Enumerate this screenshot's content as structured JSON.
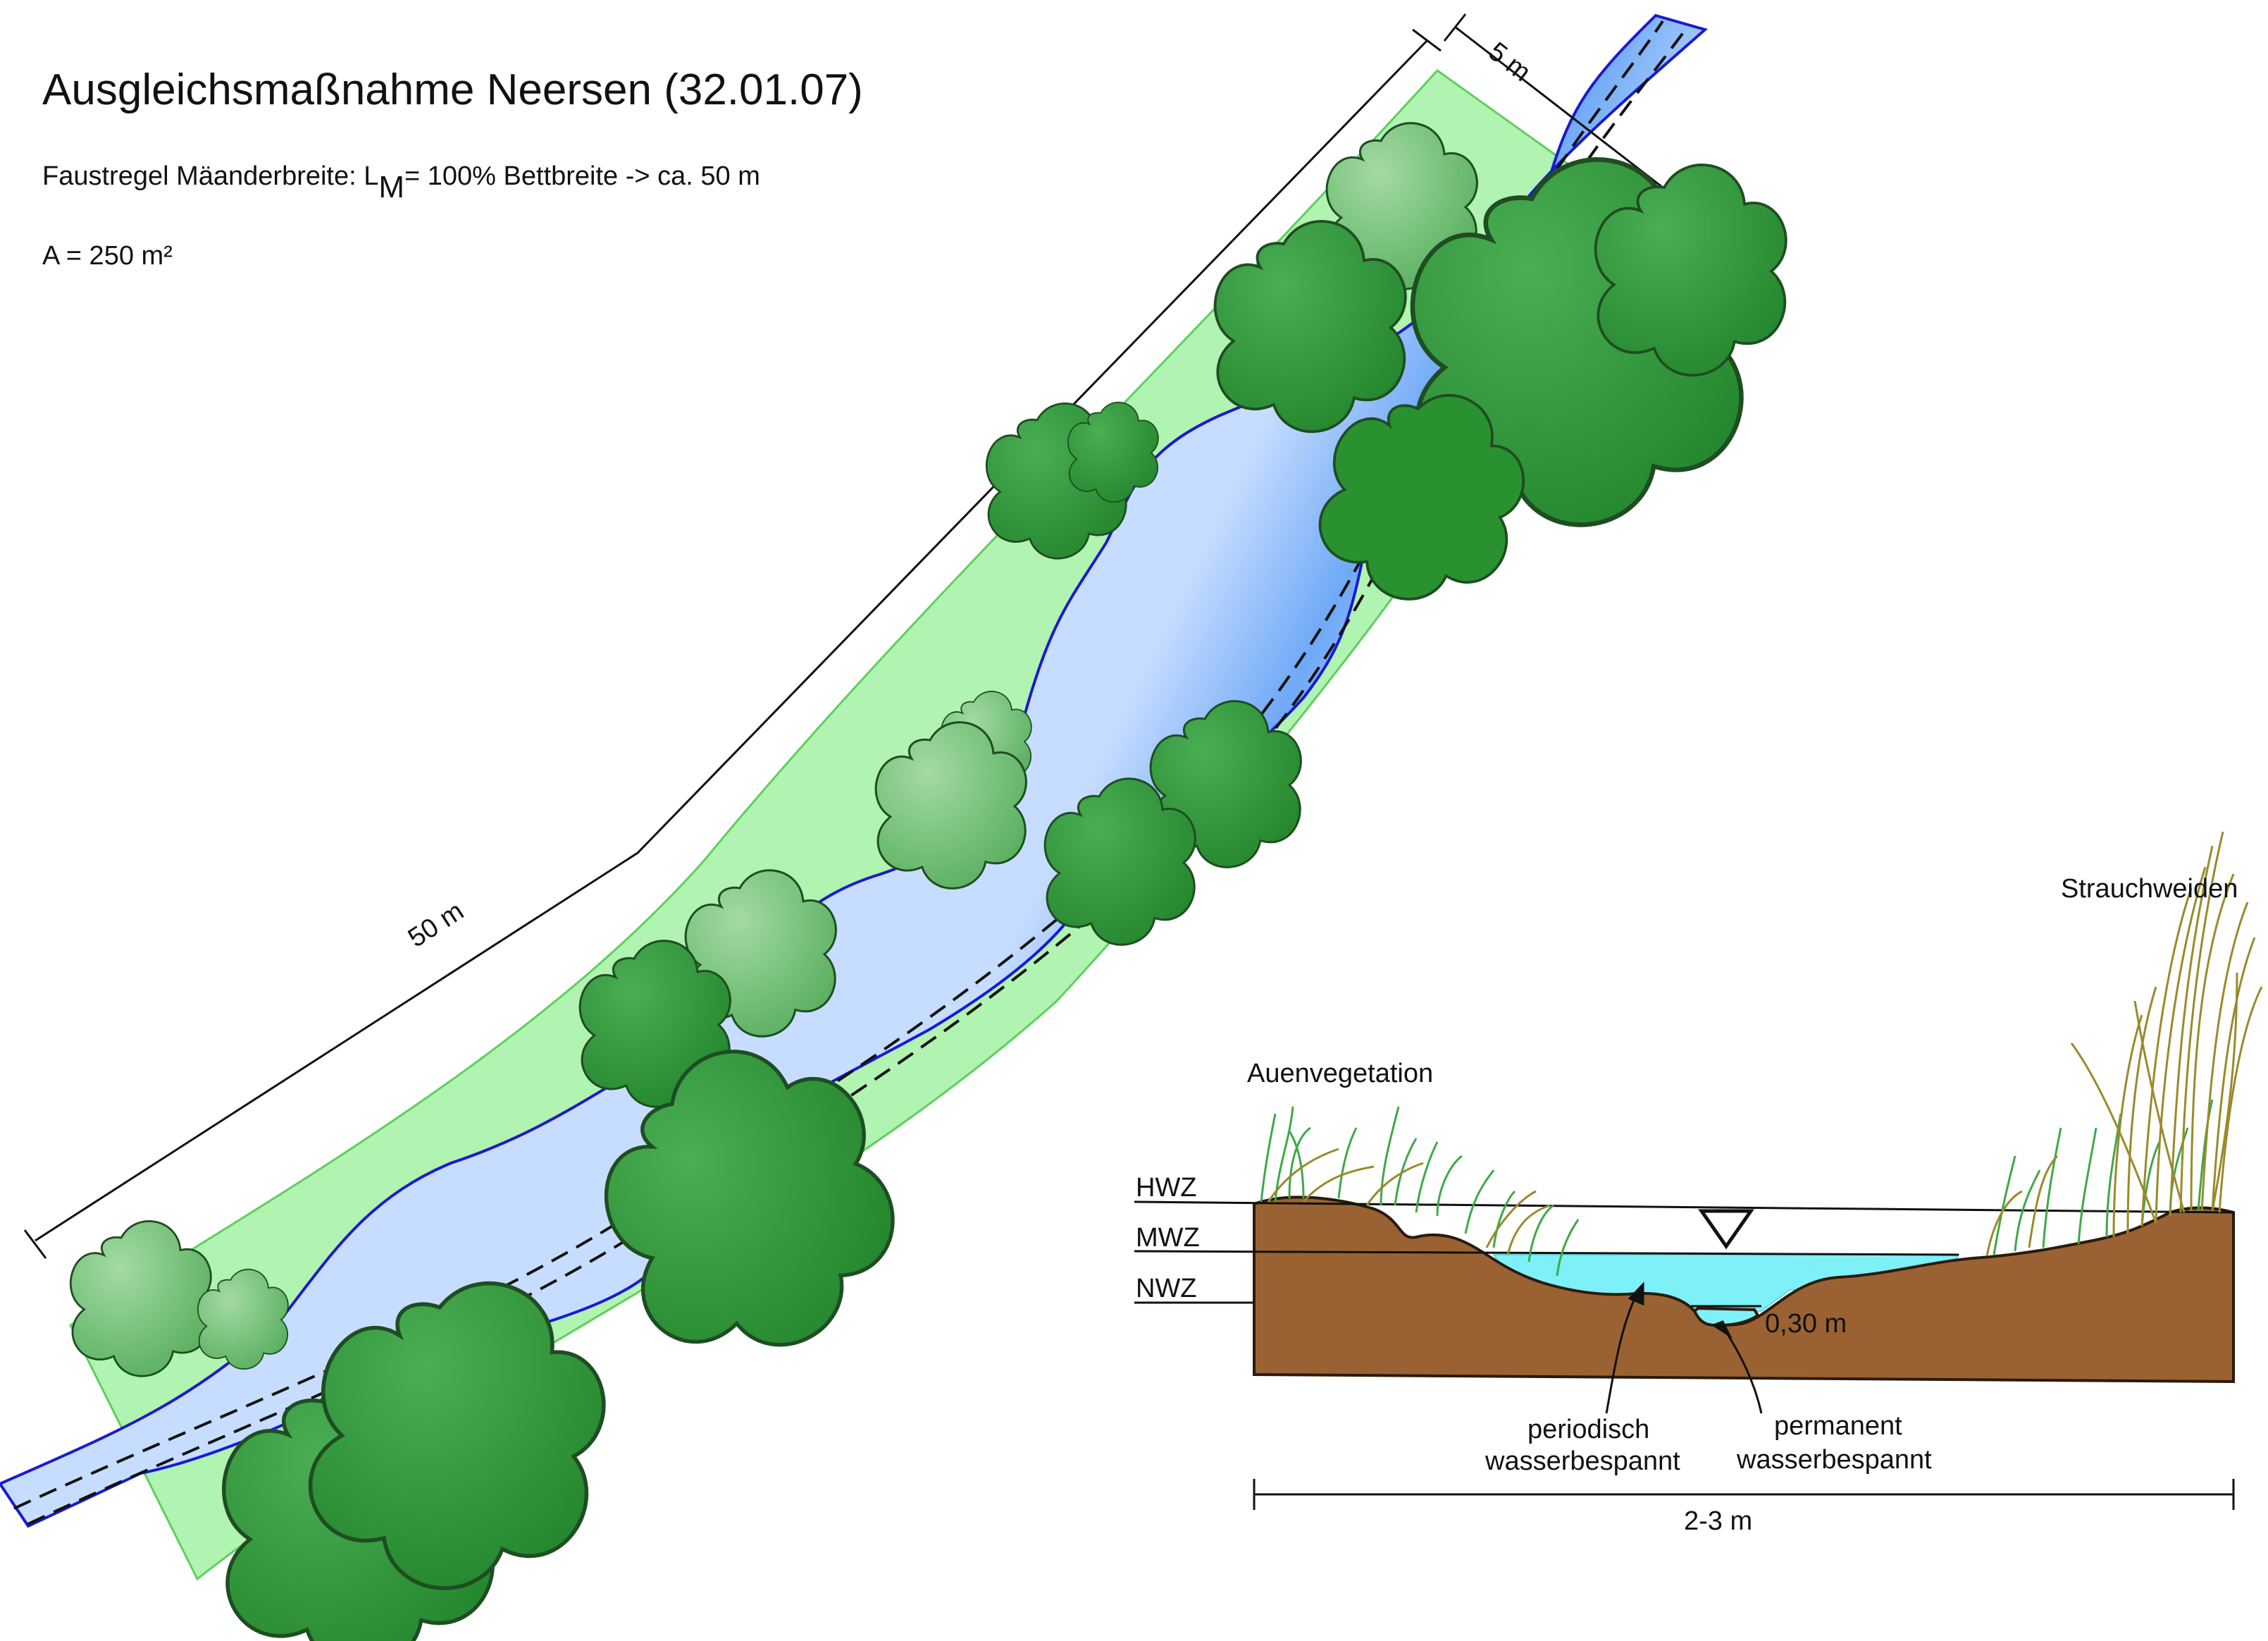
{
  "title": "Ausgleichsmaßnahme Neersen (32.01.07)",
  "rule": {
    "prefix": "Faustregel Mäanderbreite: L",
    "subscript": "M",
    "suffix": "= 100% Bettbreite -> ca. 50 m"
  },
  "area": "A = 250 m²",
  "plan": {
    "dim_width": "5 m",
    "dim_length": "50 m"
  },
  "section": {
    "levels": [
      "HWZ",
      "MWZ",
      "NWZ"
    ],
    "depth": "0,30 m",
    "vegetation_left": "Auenvegetation",
    "vegetation_right": "Strauchweiden",
    "zone_periodic_1": "periodisch",
    "zone_periodic_2": "wasserbespannt",
    "zone_permanent_1": "permanent",
    "zone_permanent_2": "wasserbespannt",
    "width": "2-3 m"
  },
  "colors": {
    "floodplain": "#a8f0a8",
    "floodplain_edge": "#63d063",
    "water_light": "#c4dcff",
    "water_mid": "#6fa9f7",
    "water_edge": "#1a1ad0",
    "tree_dark": "#2c8f34",
    "tree_light": "#7cc47e",
    "tree_edge": "#1f4d22",
    "soil": "#9a6232",
    "pond": "#7ef0f8",
    "grass": "#3fa84a",
    "reed": "#9a8a2a"
  }
}
